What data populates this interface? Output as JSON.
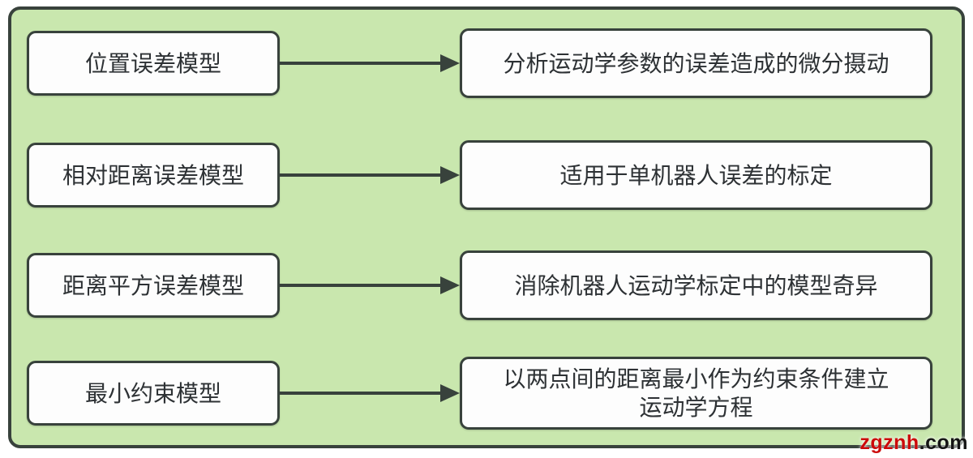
{
  "diagram": {
    "title": "robot-error-model-flow-diagram",
    "rows": [
      {
        "left": "位置误差模型",
        "right": "分析运动学参数的误差造成的微分摄动"
      },
      {
        "left": "相对距离误差模型",
        "right": "适用于单机器人误差的标定"
      },
      {
        "left": "距离平方误差模型",
        "right": "消除机器人运动学标定中的模型奇异"
      },
      {
        "left": "最小约束模型",
        "right": "以两点间的距离最小作为约束条件建立\n运动学方程"
      }
    ],
    "colors": {
      "page_background": "#ffffff",
      "panel_fill": "#c9e7ae",
      "panel_border": "#38423c",
      "box_fill": "#fdfdfd",
      "box_border": "#38423c",
      "text": "#2d3134",
      "arrow": "#38423c",
      "watermark_primary": "#cc0a0a",
      "watermark_secondary": "#141414"
    },
    "watermark": {
      "primary": "zgznh",
      "secondary": ".com"
    }
  }
}
